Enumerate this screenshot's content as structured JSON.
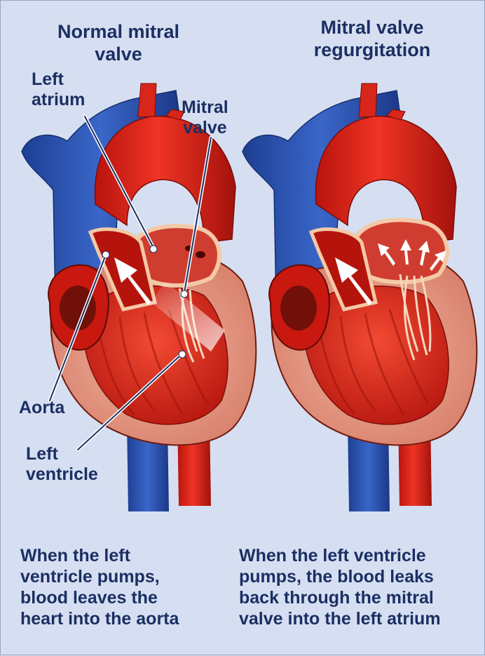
{
  "titles": {
    "left": [
      "Normal mitral",
      "valve"
    ],
    "right": [
      "Mitral valve",
      "regurgitation"
    ]
  },
  "labels": {
    "left_atrium": [
      "Left",
      "atrium"
    ],
    "mitral_valve": [
      "Mitral",
      "valve"
    ],
    "aorta": "Aorta",
    "left_ventricle": [
      "Left",
      "ventricle"
    ]
  },
  "captions": {
    "left": [
      "When the left",
      "ventricle pumps,",
      "blood leaves the",
      "heart into the aorta"
    ],
    "right": [
      "When the left ventricle",
      "pumps, the blood leaks",
      "back through the mitral",
      "valve into the left atrium"
    ]
  },
  "colors": {
    "background": "#d6dff1",
    "text": "#1b2f63",
    "vein_blue": "#2f58b8",
    "artery_red": "#e22a1c",
    "muscle_pink": "#e8a08c",
    "flow_arrow": "#ffffff"
  }
}
